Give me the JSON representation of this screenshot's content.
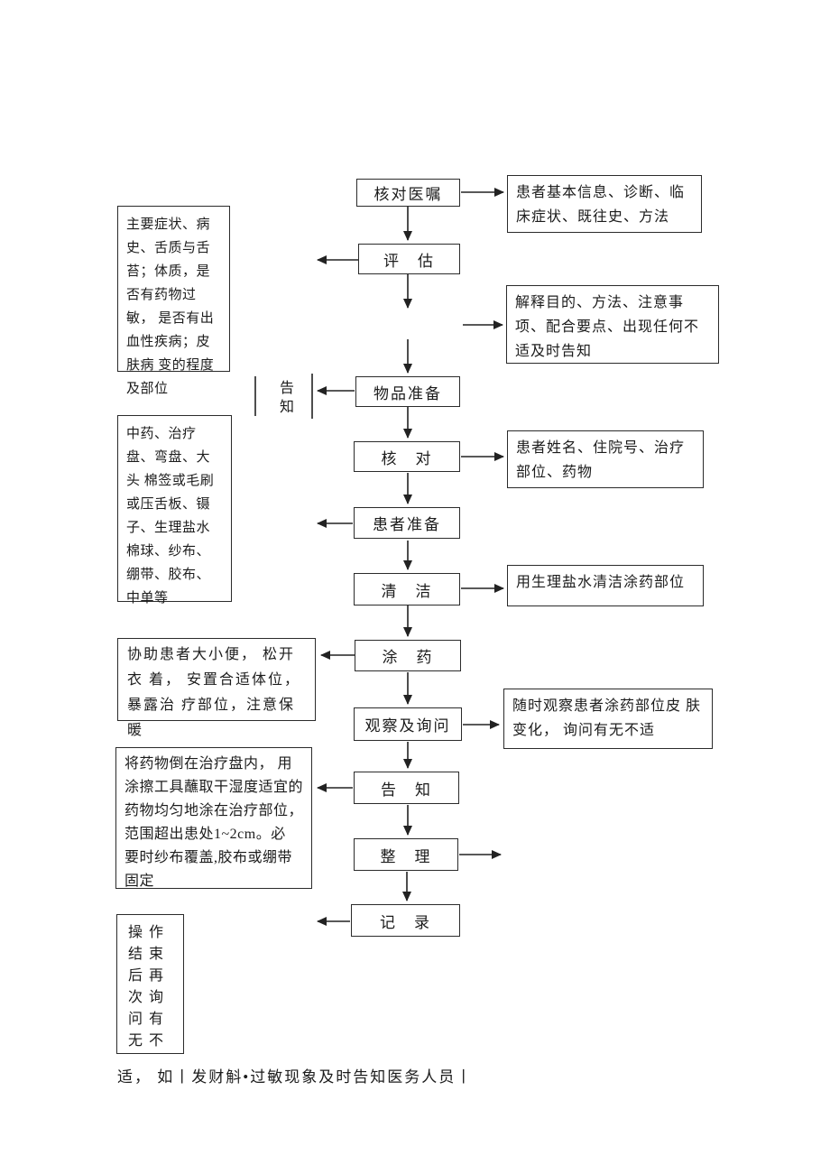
{
  "page": {
    "background": "#ffffff",
    "line_color": "#222222"
  },
  "flow": {
    "steps": [
      {
        "id": "verify-order",
        "label": "核对医嘱"
      },
      {
        "id": "assess",
        "label": "评　估"
      },
      {
        "id": "prepare-items",
        "label": "物品准备"
      },
      {
        "id": "check",
        "label": "核　对"
      },
      {
        "id": "patient-prep",
        "label": "患者准备"
      },
      {
        "id": "clean",
        "label": "清　洁"
      },
      {
        "id": "apply-med",
        "label": "涂　药"
      },
      {
        "id": "observe-ask",
        "label": "观察及询问"
      },
      {
        "id": "inform",
        "label": "告　知"
      },
      {
        "id": "tidy-up",
        "label": "整　理"
      },
      {
        "id": "record",
        "label": "记　录"
      }
    ],
    "side_label": "告知"
  },
  "right_notes": [
    {
      "text": "患者基本信息、诊断、临床症状、既往史、方法"
    },
    {
      "text": "解释目的、方法、注意事项、配合要点、出现任何不适及时告知"
    },
    {
      "text": "患者姓名、住院号、治疗部位、药物"
    },
    {
      "text": "用生理盐水清洁涂药部位"
    },
    {
      "text": "随时观察患者涂药部位皮 肤变化， 询问有无不适"
    }
  ],
  "left_notes": [
    {
      "text": "主要症状、病史、舌质与舌 苔；体质，是否有药物过敏， 是否有出血性疾病；皮肤病 变的程度及部位"
    },
    {
      "text": "中药、治疗盘、弯盘、大头 棉签或毛刷或压舌板、镊子、生理盐水棉球、纱布、绷带、胶布、中单等"
    },
    {
      "text": "协助患者大小便， 松开衣 着， 安置合适体位，暴露治 疗部位，注意保暖"
    },
    {
      "text": "将药物倒在治疗盘内， 用涂擦工具蘸取干湿度适宜的 药物均匀地涂在治疗部位， 范围超出患处1~2cm。必 要时纱布覆盖,胶布或绷带 固定"
    },
    {
      "text": "操作结束后再次询问有无不"
    }
  ],
  "footer": {
    "text": "适， 如丨发财斛•过敏现象及时告知医务人员丨"
  }
}
